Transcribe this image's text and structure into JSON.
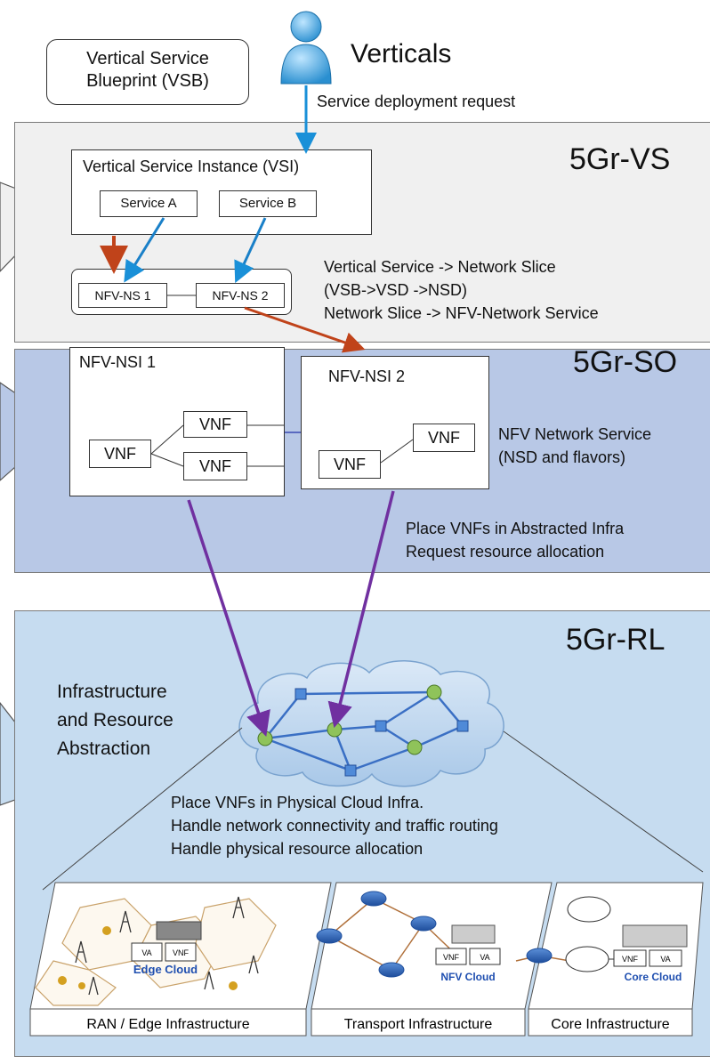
{
  "verticals": {
    "title": "Verticals",
    "request": "Service deployment request",
    "vsb_label": "Vertical Service\nBlueprint (VSB)",
    "vsb_line1": "Vertical Service",
    "vsb_line2": "Blueprint (VSB)"
  },
  "vs": {
    "title": "5Gr-VS",
    "vsi_title": "Vertical Service Instance (VSI)",
    "service_a": "Service A",
    "service_b": "Service B",
    "ns1": "NFV-NS 1",
    "ns2": "NFV-NS 2",
    "desc1": "Vertical Service  -> Network Slice",
    "desc2": "(VSB->VSD ->NSD)",
    "desc3": "Network Slice -> NFV-Network Service"
  },
  "so": {
    "title": "5Gr-SO",
    "nsi1": "NFV-NSI 1",
    "nsi2": "NFV-NSI 2",
    "vnf": "VNF",
    "desc1": "NFV Network Service",
    "desc2": "(NSD and flavors)",
    "desc3": "Place VNFs in Abstracted Infra",
    "desc4": "Request resource allocation"
  },
  "rl": {
    "title": "5Gr-RL",
    "abs1": "Infrastructure",
    "abs2": "and Resource",
    "abs3": "Abstraction",
    "desc1": "Place VNFs in Physical Cloud Infra.",
    "desc2": "Handle network connectivity and traffic routing",
    "desc3": "Handle physical resource allocation",
    "edge_cloud": "Edge Cloud",
    "nfv_cloud": "NFV Cloud",
    "core_cloud": "Core Cloud",
    "ran_label": "RAN / Edge Infrastructure",
    "transport_label": "Transport Infrastructure",
    "core_label": "Core Infrastructure",
    "va": "VA",
    "vnf": "VNF"
  },
  "colors": {
    "vs_bg": "#f0f0f0",
    "so_bg": "#b8c8e6",
    "rl_bg": "#c6dcf0",
    "arrow_blue": "#1a90d8",
    "arrow_red": "#c0431a",
    "arrow_purple": "#7030a0",
    "cloud_label": "#1f4fb0"
  }
}
